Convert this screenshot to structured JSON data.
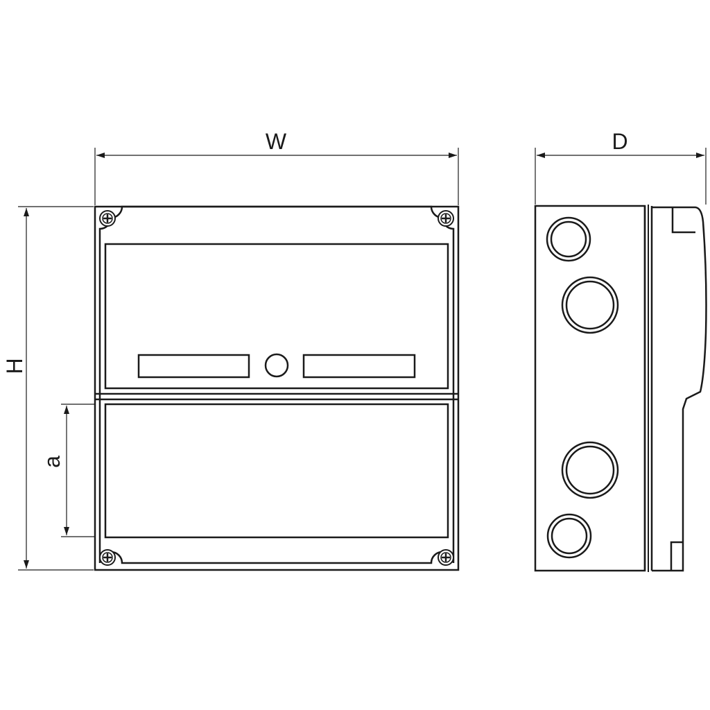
{
  "dimensions": {
    "width_label": "W",
    "depth_label": "D",
    "height_label": "H",
    "lower_section_label": "a"
  },
  "colors": {
    "line": "#1a1a1a",
    "background": "#ffffff"
  }
}
